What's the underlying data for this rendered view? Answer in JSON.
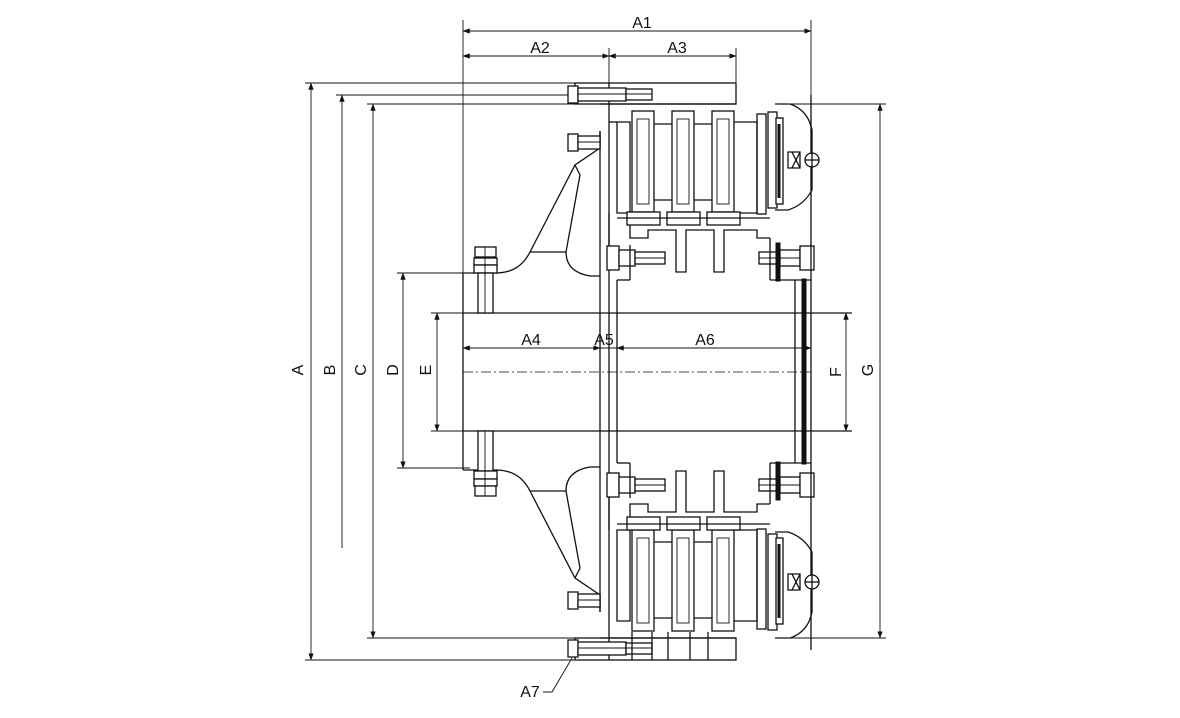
{
  "diagram": {
    "labels": {
      "a1": "A1",
      "a2": "A2",
      "a3": "A3",
      "a4": "A4",
      "a5": "A5",
      "a6": "A6",
      "a7": "A7",
      "a": "A",
      "b": "B",
      "c": "C",
      "d": "D",
      "e": "E",
      "f": "F",
      "g": "G"
    }
  }
}
